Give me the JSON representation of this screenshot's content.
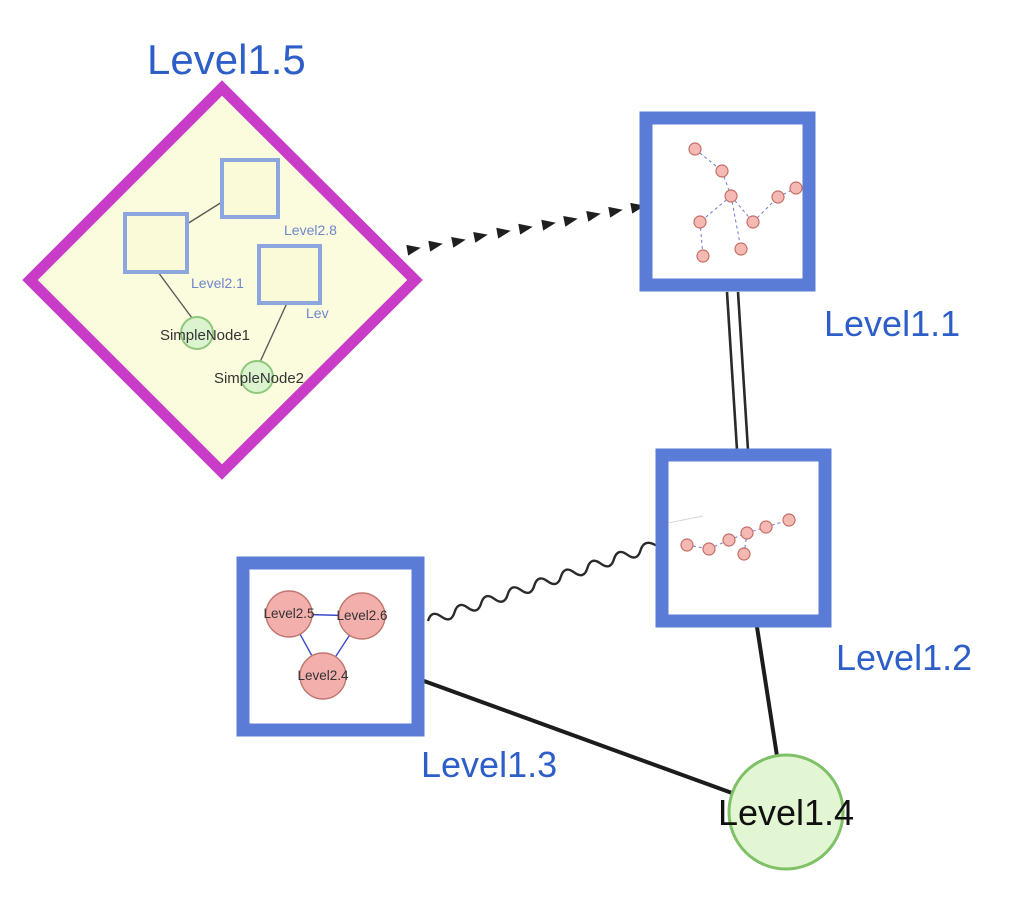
{
  "colors": {
    "label_blue": "#2E5FC8",
    "box_border_blue": "#5B7CD6",
    "inner_square_blue": "#8EA6DE",
    "diamond_magenta": "#C83CC8",
    "diamond_fill": "#FBFBDD",
    "green_fill": "#DCF3CF",
    "green_border": "#8FC77D",
    "big_green_fill": "#E3F6D3",
    "big_green_border": "#7FC167",
    "pink_fill": "#F3AFAC",
    "pink_border": "#C0766E",
    "edge_black": "#1F1F1F",
    "inner_edge_blue": "#3A49C9"
  },
  "nodes": {
    "level15": {
      "label": "Level1.5",
      "shape": "diamond-group",
      "children": {
        "level28": {
          "label": "Level2.8",
          "shape": "square"
        },
        "level21": {
          "label": "Level2.1",
          "shape": "square"
        },
        "lev": {
          "label": "Lev",
          "shape": "square"
        },
        "simplenode1": {
          "label": "SimpleNode1",
          "shape": "circle"
        },
        "simplenode2": {
          "label": "SimpleNode2",
          "shape": "circle"
        }
      }
    },
    "level11": {
      "label": "Level1.1",
      "shape": "box-group",
      "preview_node_count": 9
    },
    "level12": {
      "label": "Level1.2",
      "shape": "box-group",
      "preview_node_count": 7
    },
    "level13": {
      "label": "Level1.3",
      "shape": "box-group",
      "children": {
        "level25": {
          "label": "Level2.5",
          "shape": "circle"
        },
        "level26": {
          "label": "Level2.6",
          "shape": "circle"
        },
        "level24": {
          "label": "Level2.4",
          "shape": "circle"
        }
      }
    },
    "level14": {
      "label": "Level1.4",
      "shape": "circle"
    }
  },
  "edges": [
    {
      "from": "Level1.5",
      "to": "Level1.1",
      "style": "bold-dashed-arrowheads"
    },
    {
      "from": "Level1.1",
      "to": "Level1.2",
      "style": "double-parallel"
    },
    {
      "from": "Level1.3",
      "to": "Level1.2",
      "style": "wavy"
    },
    {
      "from": "Level1.3",
      "to": "Level1.4",
      "style": "solid"
    },
    {
      "from": "Level1.2",
      "to": "Level1.4",
      "style": "solid"
    }
  ],
  "inner_edges": {
    "level15": [
      [
        "Level2.8-square",
        "Level2.1-square"
      ],
      [
        "Level2.1-square",
        "SimpleNode1"
      ],
      [
        "Lev-square",
        "SimpleNode2"
      ]
    ],
    "level13": [
      [
        "Level2.5",
        "Level2.6"
      ],
      [
        "Level2.5",
        "Level2.4"
      ],
      [
        "Level2.6",
        "Level2.4"
      ]
    ]
  }
}
